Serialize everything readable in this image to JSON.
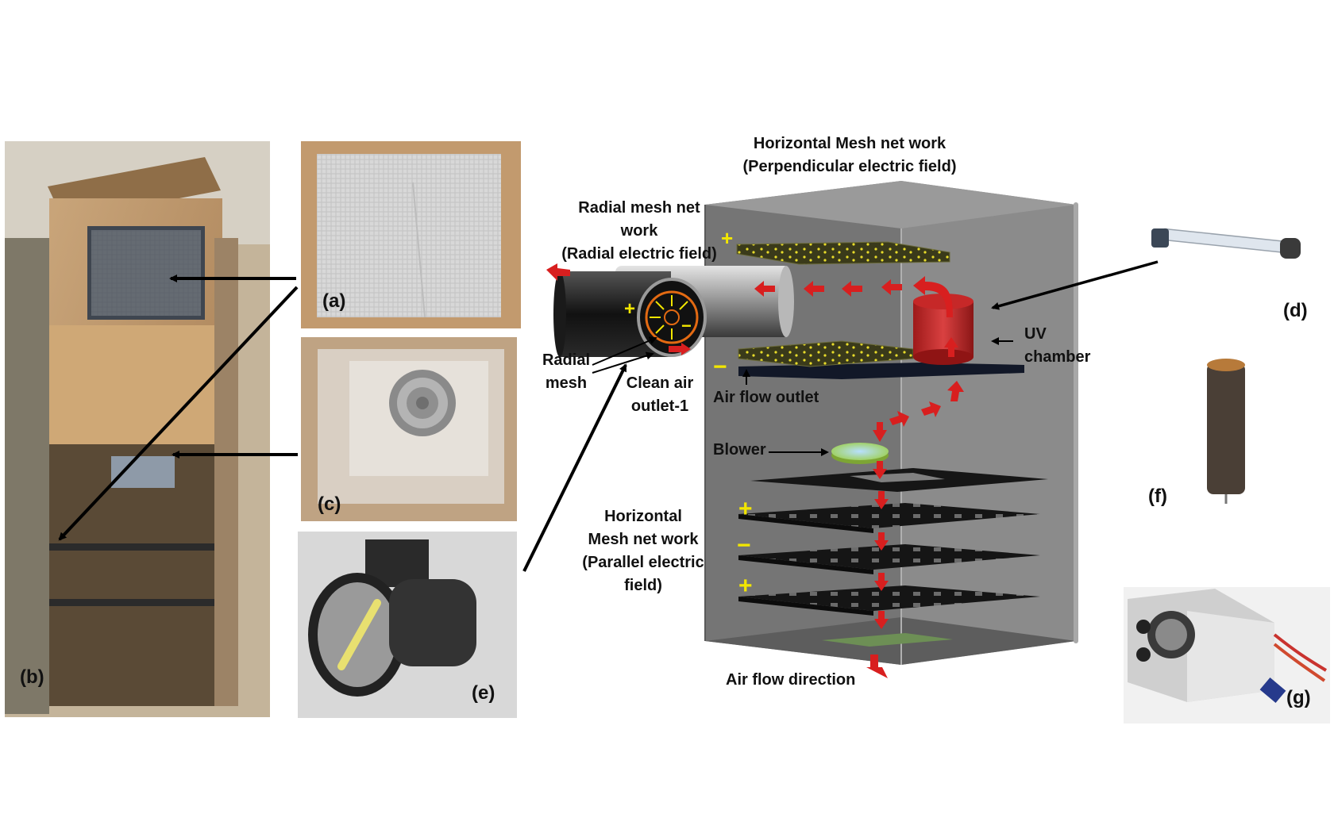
{
  "photo_labels": {
    "a": "(a)",
    "b": "(b)",
    "c": "(c)",
    "d": "(d)",
    "e": "(e)",
    "f": "(f)",
    "g": "(g)"
  },
  "labels": {
    "horizontal_top_1": "Horizontal Mesh net work",
    "horizontal_top_2": "(Perpendicular electric field)",
    "radial_1": "Radial mesh net",
    "radial_2": "work",
    "radial_3": "(Radial electric field)",
    "radial_mesh_1": "Radial",
    "radial_mesh_2": "mesh",
    "clean_air_1": "Clean air",
    "clean_air_2": "outlet-1",
    "uv_1": "UV",
    "uv_2": "chamber",
    "air_outlet": "Air flow outlet",
    "blower": "Blower",
    "horizontal_bottom_1": "Horizontal",
    "horizontal_bottom_2": "Mesh net work",
    "horizontal_bottom_3": "(Parallel electric",
    "horizontal_bottom_4": "field)",
    "air_direction": "Air flow direction"
  },
  "signs": {
    "plus": "+",
    "minus": "−"
  },
  "colors": {
    "flow_arrow": "#d81f1f",
    "charge_sign": "#f2e600",
    "box_glass": "#7d7d7d",
    "mesh_plate": "#141414"
  }
}
